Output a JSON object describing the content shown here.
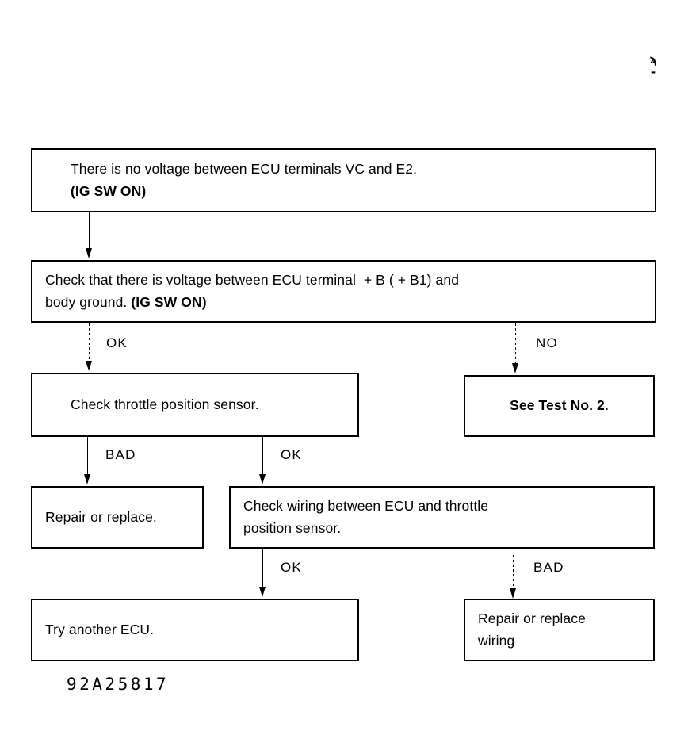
{
  "document": {
    "figure_code": "92A25817",
    "corner_mark": "ϡ\n-"
  },
  "chart_data": {
    "type": "diagram",
    "subtype": "flowchart",
    "title": "ECU VC / E2 no-voltage troubleshooting flowchart",
    "orientation": "top-to-bottom"
  },
  "nodes": {
    "start": {
      "line1": "There is no voltage between ECU terminals VC and E2.",
      "line2": "(IG SW ON)"
    },
    "check_b_voltage": {
      "line1": "Check that there is voltage between ECU terminal  + B ( + B1) and",
      "line2a": "body ground. ",
      "line2b": "(IG SW ON)"
    },
    "check_tps": {
      "line1": "Check throttle position sensor."
    },
    "see_test_2": {
      "line1": "See Test No. 2."
    },
    "repair_replace": {
      "line1": "Repair or replace."
    },
    "check_wiring": {
      "line1": "Check wiring between ECU and throttle",
      "line2": "position sensor."
    },
    "try_another_ecu": {
      "line1": "Try another ECU."
    },
    "repair_replace_wiring": {
      "line1": "Repair or replace",
      "line2": "wiring"
    }
  },
  "edges": {
    "start_to_check_b": {
      "label": ""
    },
    "check_b_ok": {
      "label": "OK"
    },
    "check_b_no": {
      "label": "NO"
    },
    "tps_bad": {
      "label": "BAD"
    },
    "tps_ok": {
      "label": "OK"
    },
    "wiring_ok": {
      "label": "OK"
    },
    "wiring_bad": {
      "label": "BAD"
    }
  },
  "colors": {
    "ink": "#000000",
    "paper": "#ffffff"
  }
}
